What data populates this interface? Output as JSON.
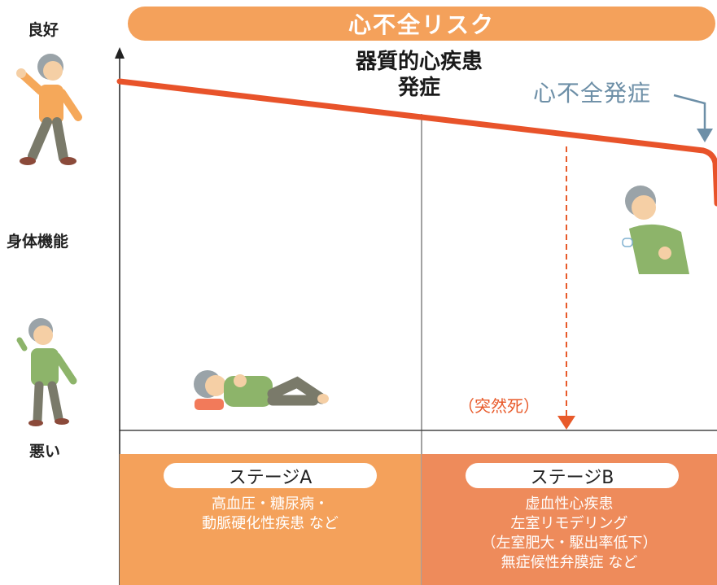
{
  "banner": {
    "title": "心不全リスク"
  },
  "y_axis": {
    "top_label": "良好",
    "middle_label": "身体機能",
    "bottom_label": "悪い"
  },
  "annotations": {
    "organic_onset_line1": "器質的心疾患",
    "organic_onset_line2": "発症",
    "hf_onset": "心不全発症",
    "sudden_death": "（突然死）"
  },
  "stages": [
    {
      "label": "ステージA",
      "description": [
        "高血圧・糖尿病・",
        "動脈硬化性疾患 など"
      ]
    },
    {
      "label": "ステージB",
      "description": [
        "虚血性心疾患",
        "左室リモデリング",
        "（左室肥大・駆出率低下）",
        "無症候性弁膜症 など"
      ]
    }
  ],
  "colors": {
    "banner": "#f4a15b",
    "risk_line": "#e8532a",
    "stage_a": "#f4a15b",
    "stage_b": "#ee8b5b",
    "hf_arrow": "#6d8fa7",
    "sudden_arrow": "#e85a2a"
  },
  "icons": [
    "walking-elderly-man-icon",
    "chest-pain-elderly-man-icon",
    "lying-down-man-icon",
    "chest-pain-man-icon"
  ]
}
